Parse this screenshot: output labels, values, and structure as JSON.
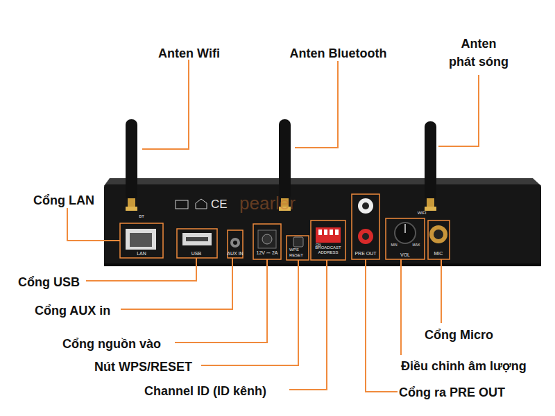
{
  "diagram": {
    "labels": [
      "Anten Wifi",
      "Anten Bluetooth",
      "Anten phát sóng",
      "Cổng LAN",
      "Cổng USB",
      "Cổng AUX in",
      "Cổng nguồn vào",
      "Nút WPS/RESET",
      "Channel ID (ID kênh)",
      "Cổng Micro",
      "Điều chỉnh âm lượng",
      "Cổng ra PRE OUT",
      "LAN",
      "USB",
      "AUX IN",
      "12V ⎓ 2A",
      "WPS",
      "RESET",
      "BROADCAST ADDRESS",
      "PRE OUT",
      "VOL",
      "MIN",
      "MAX",
      "MIC",
      "WIFI",
      "BT",
      "ON",
      "CE",
      "pearler"
    ]
  }
}
